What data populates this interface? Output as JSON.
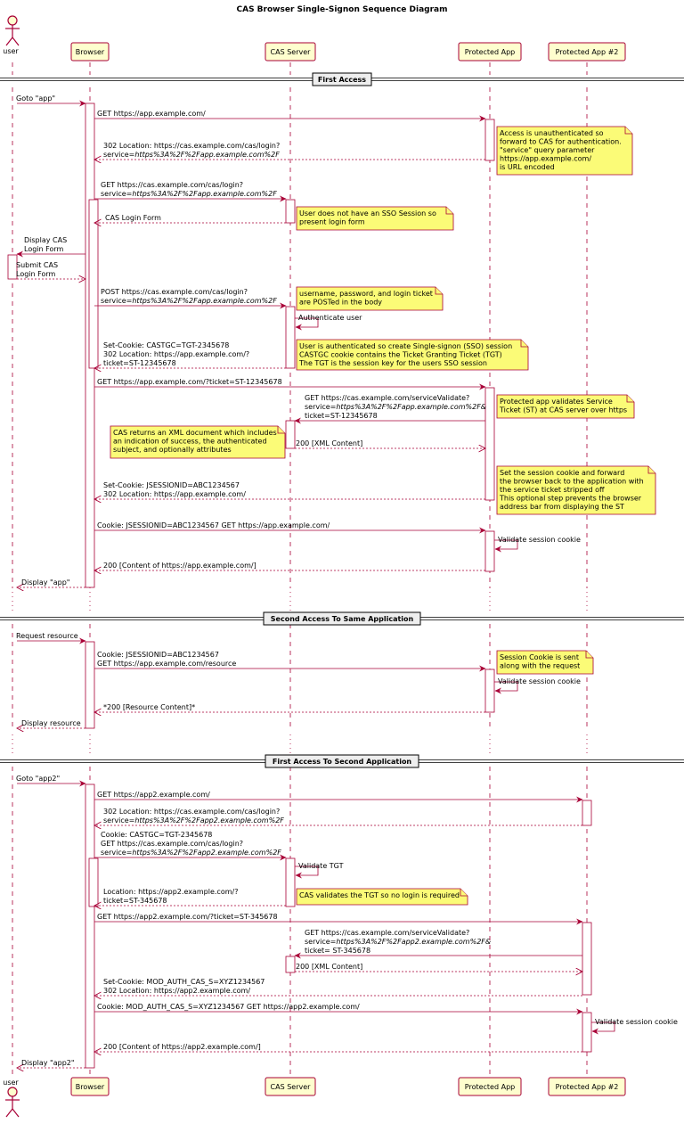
{
  "title": "CAS Browser Single-Signon Sequence Diagram",
  "participants": [
    {
      "id": "user",
      "label": "user",
      "actor": true
    },
    {
      "id": "browser",
      "label": "Browser"
    },
    {
      "id": "cas",
      "label": "CAS Server"
    },
    {
      "id": "app",
      "label": "Protected App"
    },
    {
      "id": "app2",
      "label": "Protected App #2"
    }
  ],
  "dividers": [
    {
      "label": "First Access"
    },
    {
      "label": "Second Access To Same Application"
    },
    {
      "label": "First Access To Second Application"
    }
  ],
  "messages": [
    {
      "text": [
        "Goto \"app\""
      ]
    },
    {
      "text": [
        "GET https://app.example.com/"
      ]
    },
    {
      "text": [
        "302 Location: https://cas.example.com/cas/login?",
        "service=https%3A%2F%2Fapp.example.com%2F"
      ]
    },
    {
      "text": [
        "GET https://cas.example.com/cas/login?",
        "service=https%3A%2F%2Fapp.example.com%2F"
      ]
    },
    {
      "text": [
        "CAS Login Form"
      ]
    },
    {
      "text": [
        "Display CAS",
        "Login Form"
      ]
    },
    {
      "text": [
        "Submit CAS",
        "Login Form"
      ]
    },
    {
      "text": [
        "POST https://cas.example.com/cas/login?",
        "service=https%3A%2F%2Fapp.example.com%2F"
      ]
    },
    {
      "text": [
        "Authenticate user"
      ]
    },
    {
      "text": [
        "Set-Cookie: CASTGC=TGT-2345678",
        "302 Location: https://app.example.com/?",
        "ticket=ST-12345678"
      ]
    },
    {
      "text": [
        "GET https://app.example.com/?ticket=ST-12345678"
      ]
    },
    {
      "text": [
        "GET https://cas.example.com/serviceValidate?",
        "service=https%3A%2F%2Fapp.example.com%2F&",
        "ticket=ST-12345678"
      ]
    },
    {
      "text": [
        "200 [XML Content]"
      ]
    },
    {
      "text": [
        "Set-Cookie: JSESSIONID=ABC1234567",
        "302 Location: https://app.example.com/"
      ]
    },
    {
      "text": [
        "Cookie: JSESSIONID=ABC1234567 GET https://app.example.com/"
      ]
    },
    {
      "text": [
        "Validate session cookie"
      ]
    },
    {
      "text": [
        "200 [Content of https://app.example.com/]"
      ]
    },
    {
      "text": [
        "Display \"app\""
      ]
    },
    {
      "text": [
        "Request resource"
      ]
    },
    {
      "text": [
        "Cookie: JSESSIONID=ABC1234567",
        "GET https://app.example.com/resource"
      ]
    },
    {
      "text": [
        "Validate session cookie"
      ]
    },
    {
      "text": [
        "*200 [Resource Content]*"
      ]
    },
    {
      "text": [
        "Display resource"
      ]
    },
    {
      "text": [
        "Goto \"app2\""
      ]
    },
    {
      "text": [
        "GET https://app2.example.com/"
      ]
    },
    {
      "text": [
        "302 Location: https://cas.example.com/cas/login?",
        "service=https%3A%2F%2Fapp2.example.com%2F"
      ]
    },
    {
      "text": [
        "Cookie: CASTGC=TGT-2345678",
        "GET https://cas.example.com/cas/login?",
        "service=https%3A%2F%2Fapp2.example.com%2F"
      ]
    },
    {
      "text": [
        "Validate TGT"
      ]
    },
    {
      "text": [
        "Location: https://app2.example.com/?",
        "ticket=ST-345678"
      ]
    },
    {
      "text": [
        "GET https://app2.example.com/?ticket=ST-345678"
      ]
    },
    {
      "text": [
        "GET https://cas.example.com/serviceValidate?",
        "service=https%3A%2F%2Fapp2.example.com%2F&",
        "ticket= ST-345678"
      ]
    },
    {
      "text": [
        "200 [XML Content]"
      ]
    },
    {
      "text": [
        "Set-Cookie: MOD_AUTH_CAS_S=XYZ1234567",
        "302 Location: https://app2.example.com/"
      ]
    },
    {
      "text": [
        "Cookie: MOD_AUTH_CAS_S=XYZ1234567 GET https://app2.example.com/"
      ]
    },
    {
      "text": [
        "Validate session cookie"
      ]
    },
    {
      "text": [
        "200 [Content of https://app2.example.com/]"
      ]
    },
    {
      "text": [
        "Display \"app2\""
      ]
    }
  ],
  "notes": [
    {
      "text": [
        "Access is unauthenticated so",
        "forward to CAS for authentication.",
        "\"service\" query parameter",
        "https://app.example.com/",
        "is URL encoded"
      ]
    },
    {
      "text": [
        "User does not have an SSO Session so",
        "present login form"
      ]
    },
    {
      "text": [
        "username, password, and login ticket",
        "are POSTed in the body"
      ]
    },
    {
      "text": [
        "User is authenticated so create Single-signon (SSO) session",
        "CASTGC cookie contains the Ticket Granting Ticket (TGT)",
        "The TGT is the session key for the users SSO session"
      ]
    },
    {
      "text": [
        "Protected app validates Service",
        "Ticket (ST) at CAS server over https"
      ]
    },
    {
      "text": [
        "CAS returns an XML document which includes",
        "an indication of success, the authenticated",
        "subject, and optionally attributes"
      ]
    },
    {
      "text": [
        "Set the session cookie and forward",
        "the browser back to the application with",
        "the service ticket stripped off",
        "This optional step prevents the browser",
        "address bar from displaying the ST"
      ]
    },
    {
      "text": [
        "Session Cookie is sent",
        "along with the request"
      ]
    },
    {
      "text": [
        "CAS validates the TGT so no login is required"
      ]
    }
  ]
}
